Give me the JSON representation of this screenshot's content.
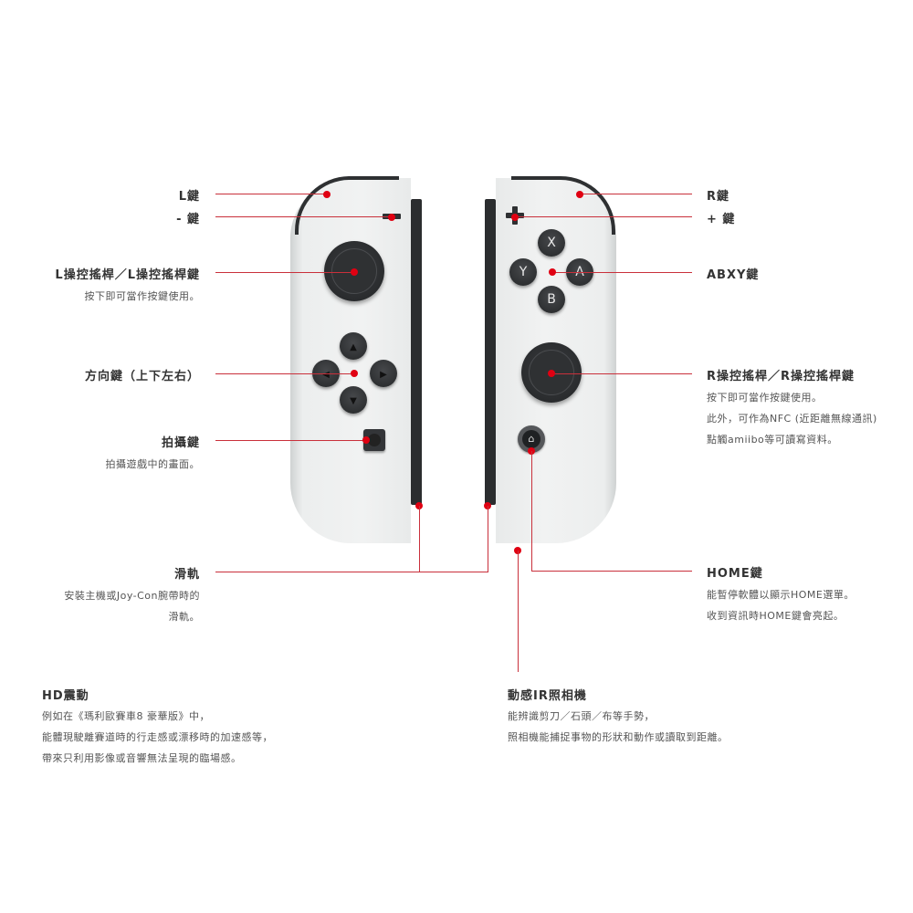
{
  "colors": {
    "accent_line": "#c9303b",
    "accent_dot": "#e00012",
    "controller_body": "#f1f2f2",
    "controller_button": "#2d2f31"
  },
  "left_labels": {
    "l_button": {
      "title": "L鍵"
    },
    "minus_button": {
      "title": "- 鍵"
    },
    "l_stick": {
      "title": "L操控搖桿／L操控搖桿鍵",
      "desc": [
        "按下即可當作按鍵使用。"
      ]
    },
    "dpad": {
      "title": "方向鍵（上下左右）"
    },
    "capture_button": {
      "title": "拍攝鍵",
      "desc": [
        "拍攝遊戲中的畫面。"
      ]
    },
    "rail": {
      "title": "滑軌",
      "desc": [
        "安裝主機或Joy-Con腕帶時的",
        "滑軌。"
      ]
    },
    "hd_rumble": {
      "title": "HD震動",
      "desc": [
        "例如在《瑪利歐賽車8 豪華版》中，",
        "能體現駛離賽道時的行走感或漂移時的加速感等，",
        "帶來只利用影像或音響無法呈現的臨場感。"
      ]
    }
  },
  "right_labels": {
    "r_button": {
      "title": "R鍵"
    },
    "plus_button": {
      "title": "+ 鍵"
    },
    "abxy": {
      "title": "ABXY鍵"
    },
    "r_stick": {
      "title": "R操控搖桿／R操控搖桿鍵",
      "desc": [
        "按下即可當作按鍵使用。",
        "此外，可作為NFC (近距離無線通訊)",
        "點觸amiibo等可讀寫資料。"
      ]
    },
    "home_button": {
      "title": "HOME鍵",
      "desc": [
        "能暫停軟體以顯示HOME選單。",
        "收到資訊時HOME鍵會亮起。"
      ]
    },
    "ir_camera": {
      "title": "動感IR照相機",
      "desc": [
        "能辨識剪刀／石頭／布等手勢，",
        "照相機能捕捉事物的形狀和動作或讀取到距離。"
      ]
    }
  },
  "controller_glyphs": {
    "face_buttons": {
      "x": "X",
      "y": "Y",
      "a": "A",
      "b": "B"
    },
    "dpad": {
      "up": "▲",
      "down": "▼",
      "left": "◀",
      "right": "▶"
    },
    "home_icon": "⌂"
  }
}
